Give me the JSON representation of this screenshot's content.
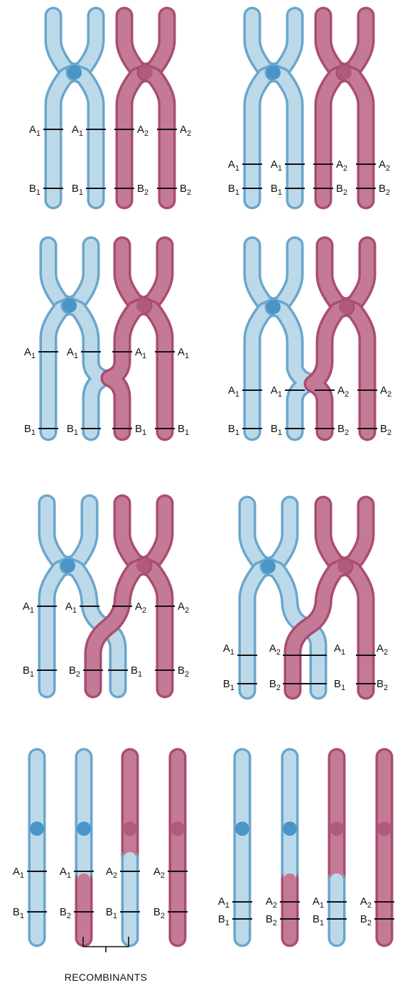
{
  "colors": {
    "blue_fill": "#bcd9ea",
    "blue_edge": "#6aa6cc",
    "blue_centromere": "#4a95c8",
    "red_fill": "#c47a96",
    "red_edge": "#a94d71",
    "red_centromere": "#b05a7e",
    "marker": "#111111"
  },
  "panels": [
    {
      "id": "panel-1-left",
      "labels": [
        {
          "text": "A",
          "sub": "1"
        },
        {
          "text": "A",
          "sub": "1"
        },
        {
          "text": "A",
          "sub": "2"
        },
        {
          "text": "A",
          "sub": "2"
        },
        {
          "text": "B",
          "sub": "1"
        },
        {
          "text": "B",
          "sub": "1"
        },
        {
          "text": "B",
          "sub": "2"
        },
        {
          "text": "B",
          "sub": "2"
        }
      ]
    },
    {
      "id": "panel-1-right",
      "labels": [
        {
          "text": "A",
          "sub": "1"
        },
        {
          "text": "A",
          "sub": "1"
        },
        {
          "text": "A",
          "sub": "2"
        },
        {
          "text": "A",
          "sub": "2"
        },
        {
          "text": "B",
          "sub": "1"
        },
        {
          "text": "B",
          "sub": "1"
        },
        {
          "text": "B",
          "sub": "2"
        },
        {
          "text": "B",
          "sub": "2"
        }
      ]
    },
    {
      "id": "panel-2-left",
      "labels": [
        {
          "text": "A",
          "sub": "1"
        },
        {
          "text": "A",
          "sub": "1"
        },
        {
          "text": "A",
          "sub": "1"
        },
        {
          "text": "A",
          "sub": "1"
        },
        {
          "text": "B",
          "sub": "1"
        },
        {
          "text": "B",
          "sub": "1"
        },
        {
          "text": "B",
          "sub": "1"
        },
        {
          "text": "B",
          "sub": "1"
        }
      ]
    },
    {
      "id": "panel-2-right",
      "labels": [
        {
          "text": "A",
          "sub": "1"
        },
        {
          "text": "A",
          "sub": "1"
        },
        {
          "text": "A",
          "sub": "2"
        },
        {
          "text": "A",
          "sub": "2"
        },
        {
          "text": "B",
          "sub": "1"
        },
        {
          "text": "B",
          "sub": "1"
        },
        {
          "text": "B",
          "sub": "2"
        },
        {
          "text": "B",
          "sub": "2"
        }
      ]
    },
    {
      "id": "panel-3-left",
      "labels": [
        {
          "text": "A",
          "sub": "1"
        },
        {
          "text": "A",
          "sub": "1"
        },
        {
          "text": "A",
          "sub": "2"
        },
        {
          "text": "A",
          "sub": "2"
        },
        {
          "text": "B",
          "sub": "1"
        },
        {
          "text": "B",
          "sub": "2"
        },
        {
          "text": "B",
          "sub": "1"
        },
        {
          "text": "B",
          "sub": "2"
        }
      ]
    },
    {
      "id": "panel-3-right",
      "labels": [
        {
          "text": "A",
          "sub": "1"
        },
        {
          "text": "A",
          "sub": "2"
        },
        {
          "text": "A",
          "sub": "1"
        },
        {
          "text": "A",
          "sub": "2"
        },
        {
          "text": "B",
          "sub": "1"
        },
        {
          "text": "B",
          "sub": "2"
        },
        {
          "text": "B",
          "sub": "1"
        },
        {
          "text": "B",
          "sub": "2"
        }
      ]
    },
    {
      "id": "panel-4-left",
      "labels": [
        {
          "text": "A",
          "sub": "1"
        },
        {
          "text": "A",
          "sub": "1"
        },
        {
          "text": "A",
          "sub": "2"
        },
        {
          "text": "A",
          "sub": "2"
        },
        {
          "text": "B",
          "sub": "1"
        },
        {
          "text": "B",
          "sub": "2"
        },
        {
          "text": "B",
          "sub": "1"
        },
        {
          "text": "B",
          "sub": "2"
        }
      ]
    },
    {
      "id": "panel-4-right",
      "labels": [
        {
          "text": "A",
          "sub": "1"
        },
        {
          "text": "A",
          "sub": "2"
        },
        {
          "text": "A",
          "sub": "1"
        },
        {
          "text": "A",
          "sub": "2"
        },
        {
          "text": "B",
          "sub": "1"
        },
        {
          "text": "B",
          "sub": "2"
        },
        {
          "text": "B",
          "sub": "1"
        },
        {
          "text": "B",
          "sub": "2"
        }
      ]
    }
  ],
  "recombinants_caption": "RECOMBINANTS"
}
